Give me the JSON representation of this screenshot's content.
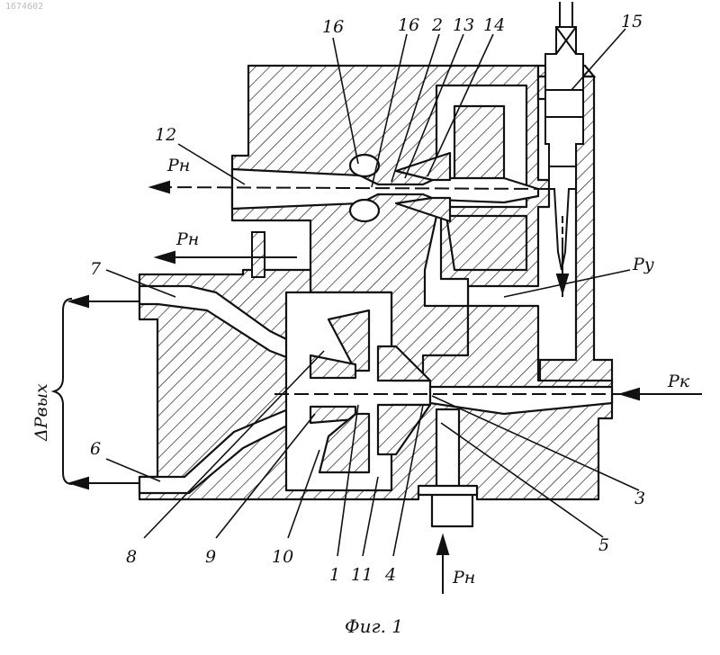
{
  "stamp": "1674602",
  "caption": "Фиг. 1",
  "pressure_labels": {
    "p_n_top": "Pн",
    "p_n_mid": "Pн",
    "p_u": "Py",
    "p_k": "Pк",
    "p_n_bottom": "Pн",
    "dp_out": "ΔPвых"
  },
  "part_labels": {
    "l1": "1",
    "l2": "2",
    "l3": "3",
    "l4": "4",
    "l5": "5",
    "l6": "6",
    "l7": "7",
    "l8": "8",
    "l9": "9",
    "l10": "10",
    "l11": "11",
    "l12": "12",
    "l13": "13",
    "l14": "14",
    "l15": "15",
    "l16a": "16",
    "l16b": "16"
  },
  "colors": {
    "ink": "#111111",
    "paper": "#ffffff"
  }
}
